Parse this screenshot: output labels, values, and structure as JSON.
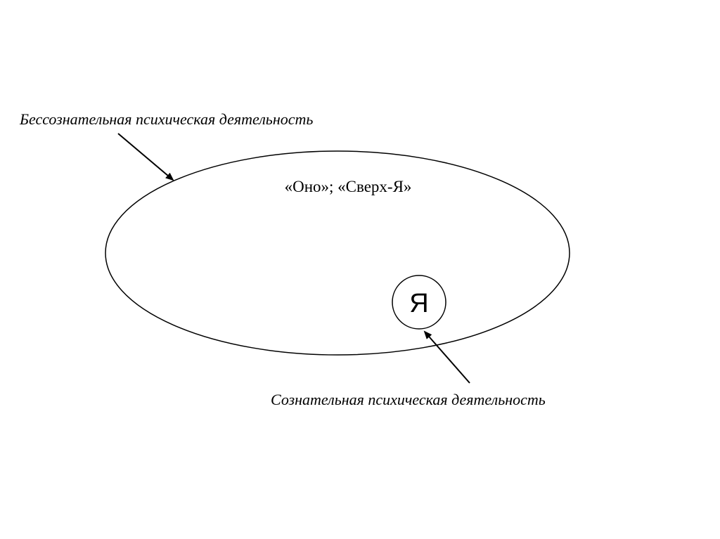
{
  "diagram": {
    "top_label": "Бессознательная психическая деятельность",
    "ellipse_label": "«Оно»; «Сверх-Я»",
    "circle_label": "Я",
    "bottom_label": "Сознательная психическая деятельность"
  },
  "colors": {
    "stroke": "#000000",
    "background": "#ffffff"
  }
}
